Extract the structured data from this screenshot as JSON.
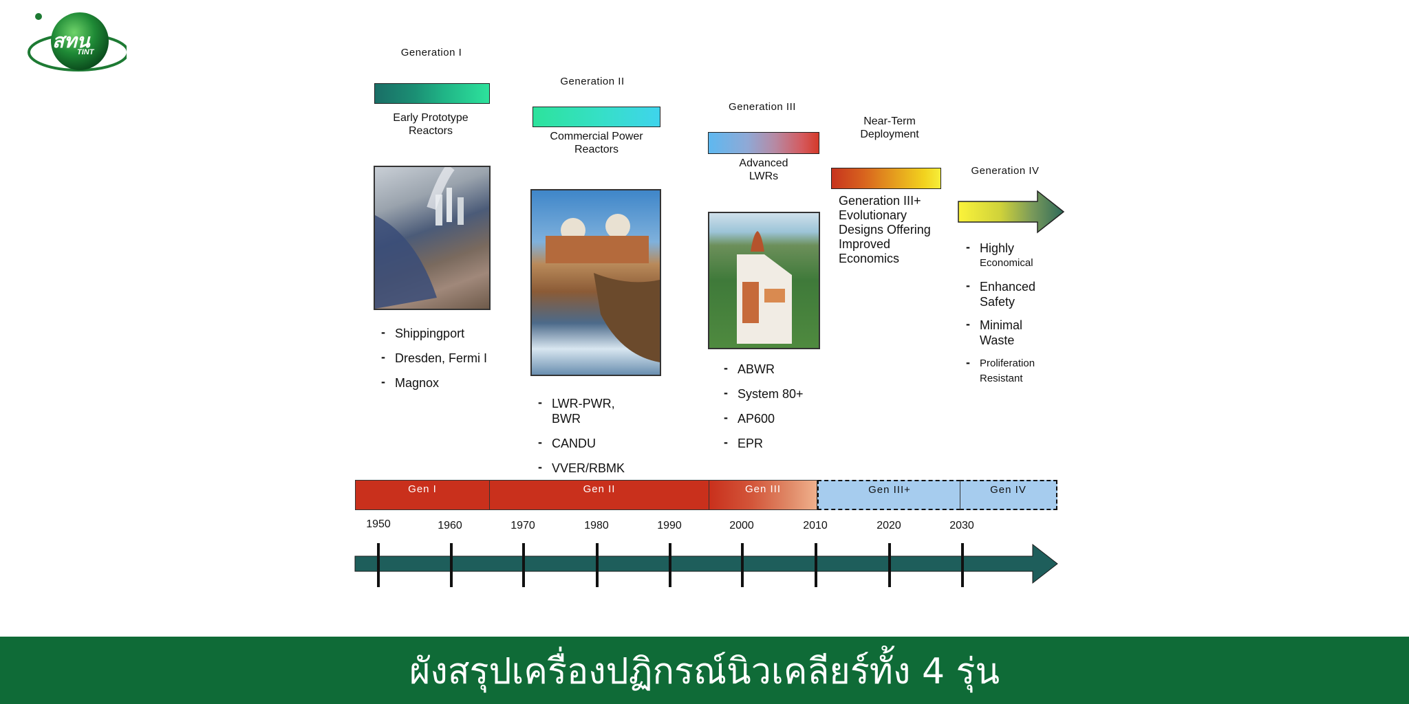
{
  "logo": {
    "main": "สทน",
    "sub": "TINT"
  },
  "generations": [
    {
      "title": "Generation I",
      "desc": [
        "Early Prototype",
        "Reactors"
      ],
      "items": [
        "Shippingport",
        "Dresden, Fermi I",
        "Magnox"
      ]
    },
    {
      "title": "Generation II",
      "desc": [
        "Commercial Power",
        "Reactors"
      ],
      "items": [
        "LWR-PWR, BWR",
        "CANDU",
        "VVER/RBMK"
      ]
    },
    {
      "title": "Generation III",
      "desc": [
        "Advanced",
        "LWRs"
      ],
      "items": [
        "ABWR",
        "System 80+",
        "AP600",
        "EPR"
      ]
    },
    {
      "title": "Near-Term Deployment",
      "desc": [
        "Generation III+",
        "Evolutionary",
        "Designs Offering",
        "Improved",
        "Economics"
      ]
    },
    {
      "title": "Generation IV",
      "items": [
        {
          "big": "Highly",
          "small": "Economical"
        },
        {
          "big": "Enhanced",
          "big2": "Safety"
        },
        {
          "big": "Minimal",
          "big2": "Waste"
        },
        {
          "small": "Proliferation",
          "small2": "Resistant"
        }
      ]
    }
  ],
  "timeline": {
    "segments": [
      "Gen I",
      "Gen II",
      "Gen III",
      "Gen III+",
      "Gen IV"
    ],
    "years": [
      "1950",
      "1960",
      "1970",
      "1980",
      "1990",
      "2000",
      "2010",
      "2020",
      "2030"
    ]
  },
  "colors": {
    "footer": "#0f6b37",
    "arrow": "#1e5e5b",
    "gen_red": "#c9301c",
    "future_blue": "#a6ccee"
  },
  "footer": {
    "title": "ผังสรุปเครื่องปฏิกรณ์นิวเคลียร์ทั้ง 4 รุ่น"
  }
}
